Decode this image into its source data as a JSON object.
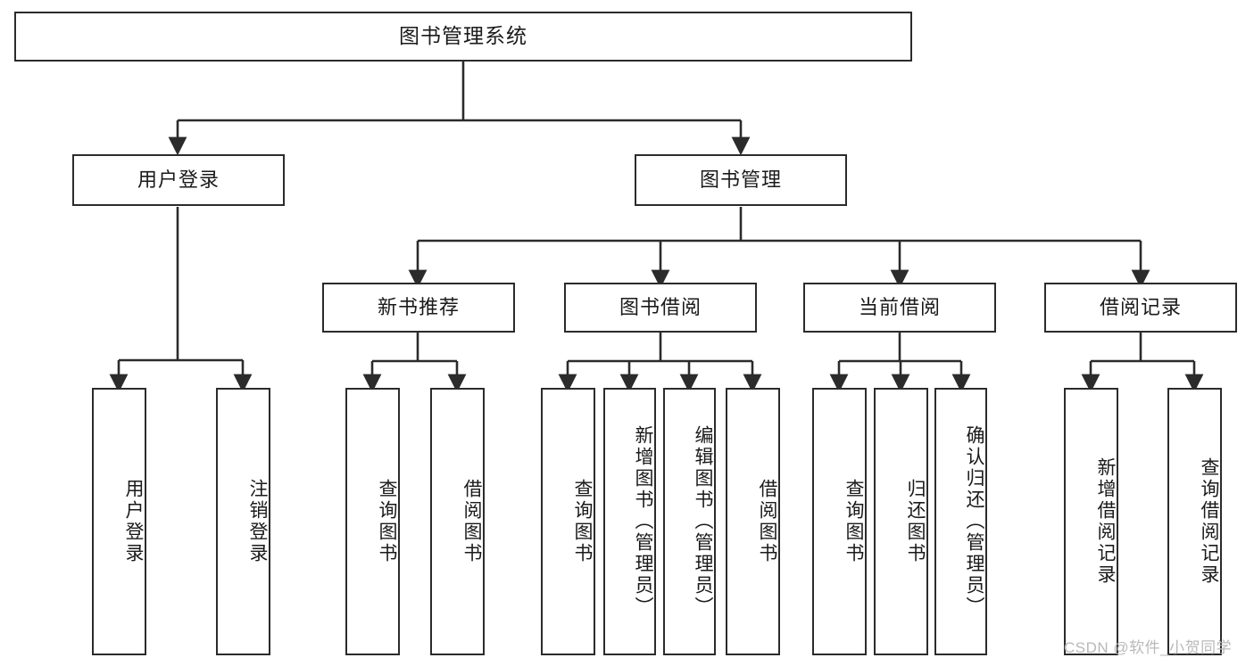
{
  "diagram": {
    "title": "图书管理系统",
    "root": {
      "id": "root",
      "label": "图书管理系统"
    },
    "level1": [
      {
        "id": "user-login",
        "label": "用户登录"
      },
      {
        "id": "book-manage",
        "label": "图书管理"
      }
    ],
    "level2": [
      {
        "id": "new-book-recommend",
        "label": "新书推荐",
        "parent": "book-manage"
      },
      {
        "id": "book-borrow",
        "label": "图书借阅",
        "parent": "book-manage"
      },
      {
        "id": "current-borrow",
        "label": "当前借阅",
        "parent": "book-manage"
      },
      {
        "id": "borrow-record",
        "label": "借阅记录",
        "parent": "book-manage"
      }
    ],
    "leaves": [
      {
        "id": "leaf-user-login",
        "label": "用户登录",
        "parent": "user-login"
      },
      {
        "id": "leaf-user-logout",
        "label": "注销登录",
        "parent": "user-login"
      },
      {
        "id": "leaf-query-book-1",
        "label": "查询图书",
        "parent": "new-book-recommend"
      },
      {
        "id": "leaf-borrow-book-1",
        "label": "借阅图书",
        "parent": "new-book-recommend"
      },
      {
        "id": "leaf-query-book-2",
        "label": "查询图书",
        "parent": "book-borrow"
      },
      {
        "id": "leaf-add-book",
        "label": "新增图书（管理员）",
        "parent": "book-borrow"
      },
      {
        "id": "leaf-edit-book",
        "label": "编辑图书（管理员）",
        "parent": "book-borrow"
      },
      {
        "id": "leaf-borrow-book-2",
        "label": "借阅图书",
        "parent": "book-borrow"
      },
      {
        "id": "leaf-query-book-3",
        "label": "查询图书",
        "parent": "current-borrow"
      },
      {
        "id": "leaf-return-book",
        "label": "归还图书",
        "parent": "current-borrow"
      },
      {
        "id": "leaf-confirm-return",
        "label": "确认归还（管理员）",
        "parent": "current-borrow"
      },
      {
        "id": "leaf-add-record",
        "label": "新增借阅记录",
        "parent": "borrow-record"
      },
      {
        "id": "leaf-query-record",
        "label": "查询借阅记录",
        "parent": "borrow-record"
      }
    ],
    "watermark": "CSDN @软件_小贺同学",
    "colors": {
      "stroke": "#2b2b2b",
      "background": "#ffffff",
      "text": "#1a1a1a",
      "watermark": "#b9b9b9"
    }
  }
}
